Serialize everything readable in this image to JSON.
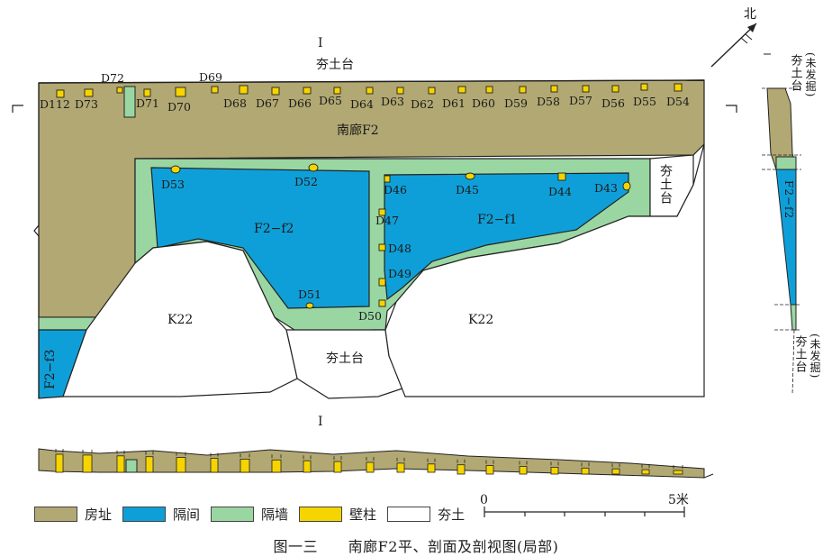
{
  "colors": {
    "house": "#b2a873",
    "room": "#0f9fd8",
    "wall": "#9ad6a2",
    "pillar": "#f6d400",
    "rammed": "#ffffff",
    "outline": "#222222"
  },
  "labels": {
    "section_mark": "I",
    "north": "北",
    "rammed_top": "夯土台",
    "corridor": "南廊F2",
    "room_f2": "F2−f2",
    "room_f1": "F2−f1",
    "room_f3": "F2−f3",
    "pit_left": "K22",
    "pit_right": "K22",
    "rammed_bottom": "夯土台",
    "rammed_right_v": "夯土台",
    "section_v_top_1": "夯土台",
    "section_v_top_2": "(未发掘)",
    "section_v_room": "F2−f2",
    "section_v_bot_1": "夯土台",
    "section_v_bot_2": "(未发掘)",
    "scale_zero": "0",
    "scale_end": "5米"
  },
  "pillars": [
    {
      "id": "D112"
    },
    {
      "id": "D73"
    },
    {
      "id": "D72"
    },
    {
      "id": "D71"
    },
    {
      "id": "D70"
    },
    {
      "id": "D69"
    },
    {
      "id": "D68"
    },
    {
      "id": "D67"
    },
    {
      "id": "D66"
    },
    {
      "id": "D65"
    },
    {
      "id": "D64"
    },
    {
      "id": "D63"
    },
    {
      "id": "D62"
    },
    {
      "id": "D61"
    },
    {
      "id": "D60"
    },
    {
      "id": "D59"
    },
    {
      "id": "D58"
    },
    {
      "id": "D57"
    },
    {
      "id": "D56"
    },
    {
      "id": "D55"
    },
    {
      "id": "D54"
    },
    {
      "id": "D53"
    },
    {
      "id": "D52"
    },
    {
      "id": "D51"
    },
    {
      "id": "D50"
    },
    {
      "id": "D49"
    },
    {
      "id": "D48"
    },
    {
      "id": "D47"
    },
    {
      "id": "D46"
    },
    {
      "id": "D45"
    },
    {
      "id": "D44"
    },
    {
      "id": "D43"
    }
  ],
  "legend": [
    {
      "label": "房址",
      "color": "#b2a873"
    },
    {
      "label": "隔间",
      "color": "#0f9fd8"
    },
    {
      "label": "隔墙",
      "color": "#9ad6a2"
    },
    {
      "label": "壁柱",
      "color": "#f6d400"
    },
    {
      "label": "夯土",
      "color": "#ffffff"
    }
  ],
  "caption": {
    "figure": "图一三",
    "title": "南廊F2平、剖面及剖视图(局部)"
  }
}
